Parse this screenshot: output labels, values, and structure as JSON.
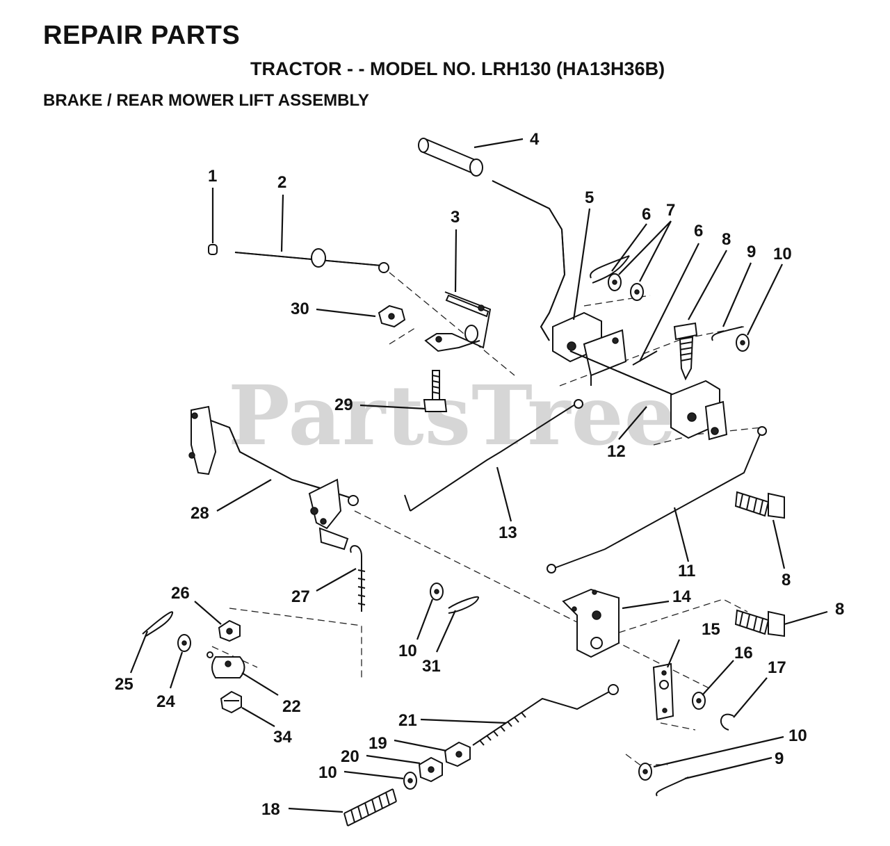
{
  "header": {
    "title": "REPAIR PARTS",
    "subtitle": "TRACTOR - - MODEL NO. LRH130 (HA13H36B)",
    "section": "BRAKE / REAR MOWER LIFT ASSEMBLY"
  },
  "watermark": "PartsTree",
  "callouts": [
    "1",
    "2",
    "3",
    "4",
    "5",
    "6",
    "7",
    "6",
    "8",
    "9",
    "10",
    "30",
    "29",
    "12",
    "28",
    "13",
    "11",
    "8",
    "14",
    "8",
    "27",
    "26",
    "10",
    "31",
    "15",
    "16",
    "17",
    "25",
    "24",
    "22",
    "21",
    "34",
    "10",
    "19",
    "20",
    "10",
    "9",
    "18"
  ]
}
